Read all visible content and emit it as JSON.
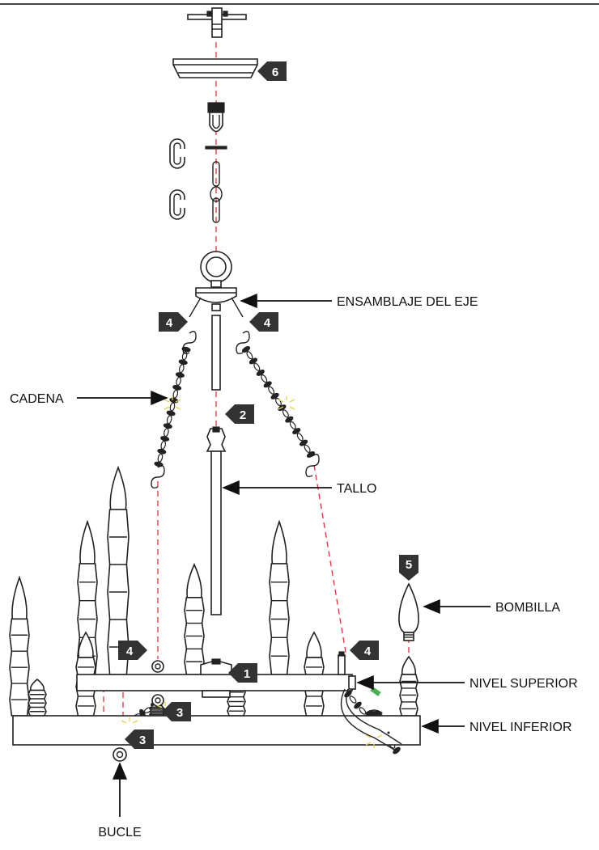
{
  "labels": {
    "ensamblaje": "ENSAMBLAJE DEL EJE",
    "cadena": "CADENA",
    "tallo": "TALLO",
    "bombilla": "BOMBILLA",
    "nivel_superior": "NIVEL SUPERIOR",
    "nivel_inferior": "NIVEL INFERIOR",
    "bucle": "BUCLE"
  },
  "steps": {
    "s1": "1",
    "s2": "2",
    "s3a": "3",
    "s3b": "3",
    "s4a": "4",
    "s4b": "4",
    "s4c": "4",
    "s4d": "4",
    "s5": "5",
    "s6": "6"
  },
  "colors": {
    "step_badge": "#333333",
    "guide_line": "#e0303a",
    "line_art": "#222222",
    "highlight": "#e8d24a",
    "wire_accent": "#4caf50"
  }
}
